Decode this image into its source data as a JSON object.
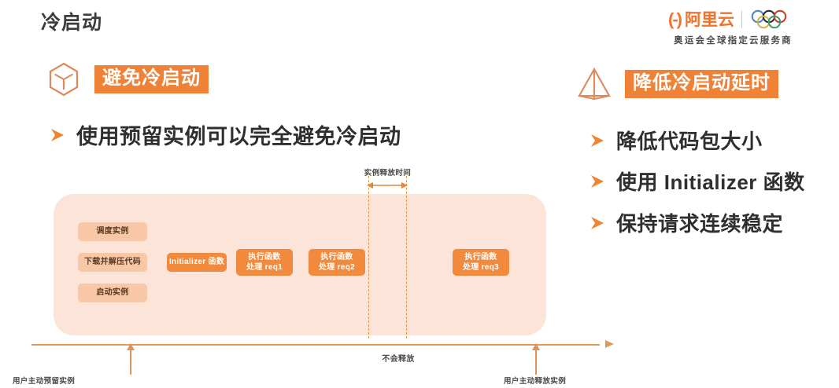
{
  "slide": {
    "title": "冷启动"
  },
  "brand": {
    "mark": "(-)",
    "name": "阿里云",
    "rings_icon": "olympic-rings-icon",
    "tagline": "奥运会全球指定云服务商"
  },
  "sections": {
    "left": {
      "icon": "cube-hexagon-icon",
      "heading": "避免冷启动",
      "bullets": [
        {
          "marker": "arrow-bullet-icon",
          "text": "使用预留实例可以完全避免冷启动"
        }
      ]
    },
    "right": {
      "icon": "pyramid-wireframe-icon",
      "heading": "降低冷启动延时",
      "bullets": [
        {
          "marker": "arrow-bullet-icon",
          "text": "降低代码包大小"
        },
        {
          "marker": "arrow-bullet-icon",
          "text": "使用 Initializer 函数"
        },
        {
          "marker": "arrow-bullet-icon",
          "text": "保持请求连续稳定"
        }
      ]
    }
  },
  "diagram": {
    "panel_label": "reserved-instance-timeline",
    "boxes": [
      {
        "id": "schedule",
        "style": "light",
        "line1": "调度实例",
        "line2": ""
      },
      {
        "id": "download",
        "style": "light",
        "line1": "下载并解压代码",
        "line2": ""
      },
      {
        "id": "start",
        "style": "light",
        "line1": "启动实例",
        "line2": ""
      },
      {
        "id": "initializer",
        "style": "solid",
        "line1": "Initializer 函数",
        "line2": ""
      },
      {
        "id": "req1",
        "style": "solid",
        "line1": "执行函数",
        "line2": "处理 req1"
      },
      {
        "id": "req2",
        "style": "solid",
        "line1": "执行函数",
        "line2": "处理 req2"
      },
      {
        "id": "req3",
        "style": "solid",
        "line1": "执行函数",
        "line2": "处理 req3"
      }
    ],
    "release_window_label": "实例释放时间",
    "no_release_label": "不会释放",
    "axis_markers": [
      {
        "id": "reserve",
        "caption": "用户主动预留实例"
      },
      {
        "id": "release",
        "caption": "用户主动释放实例"
      }
    ]
  },
  "colors": {
    "accent": "#f08237",
    "panel_bg": "#fce5d8",
    "box_light": "#f8c7a5",
    "box_solid": "#f18a3d",
    "axis": "#e09a5c",
    "title_text": "#3c3c3c"
  }
}
